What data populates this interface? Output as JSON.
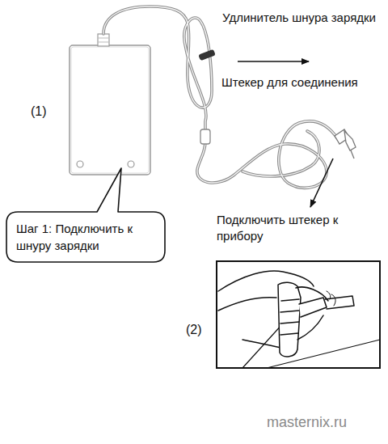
{
  "diagram": {
    "nodes": [
      {
        "text": [
          "Шаг 1: Подключить к шнуру зарядки"
        ]
      }
    ],
    "labels": [
      "(1)",
      "Удлинитель шнура зарядки",
      "Штекер для соединения",
      "Подключить штекер к прибору",
      "(2)",
      "masternix.ru"
    ]
  }
}
